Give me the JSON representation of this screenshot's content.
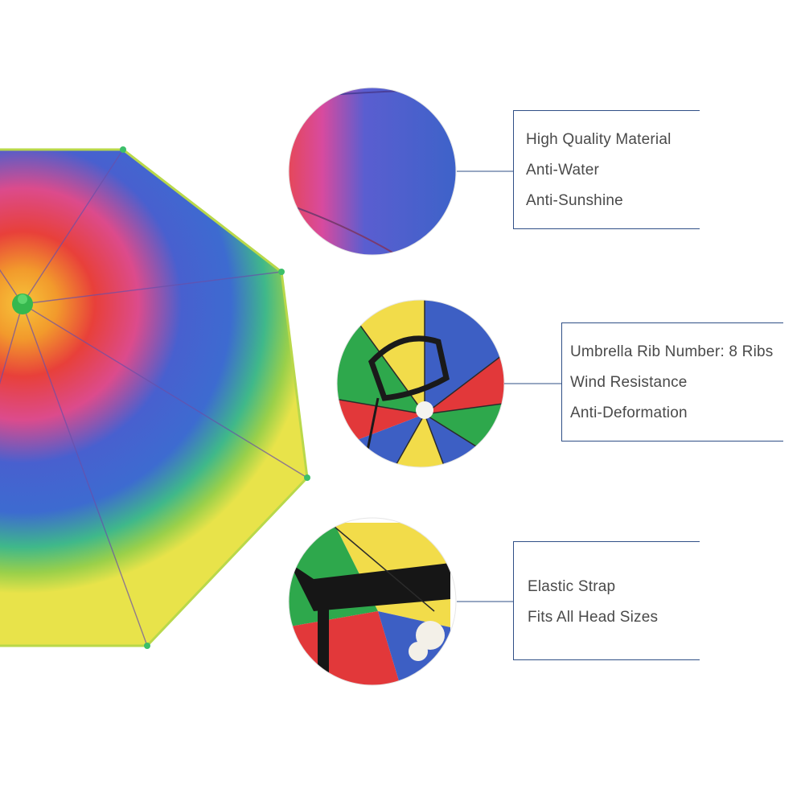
{
  "features": {
    "material": [
      "High Quality Material",
      "Anti-Water",
      "Anti-Sunshine"
    ],
    "ribs": [
      "Umbrella Rib Number: 8 Ribs",
      "Wind Resistance",
      "Anti-Deformation"
    ],
    "strap": [
      "Elastic Strap",
      "Fits All Head Sizes"
    ]
  },
  "colors": {
    "callout_line": "#2f4f86",
    "text": "#4a4a4a",
    "canopy_blue": "#3b5bc4",
    "canopy_red": "#e23a3a",
    "canopy_yellow": "#f0e040",
    "canopy_green": "#2aa84a",
    "canopy_magenta": "#d8489c"
  }
}
